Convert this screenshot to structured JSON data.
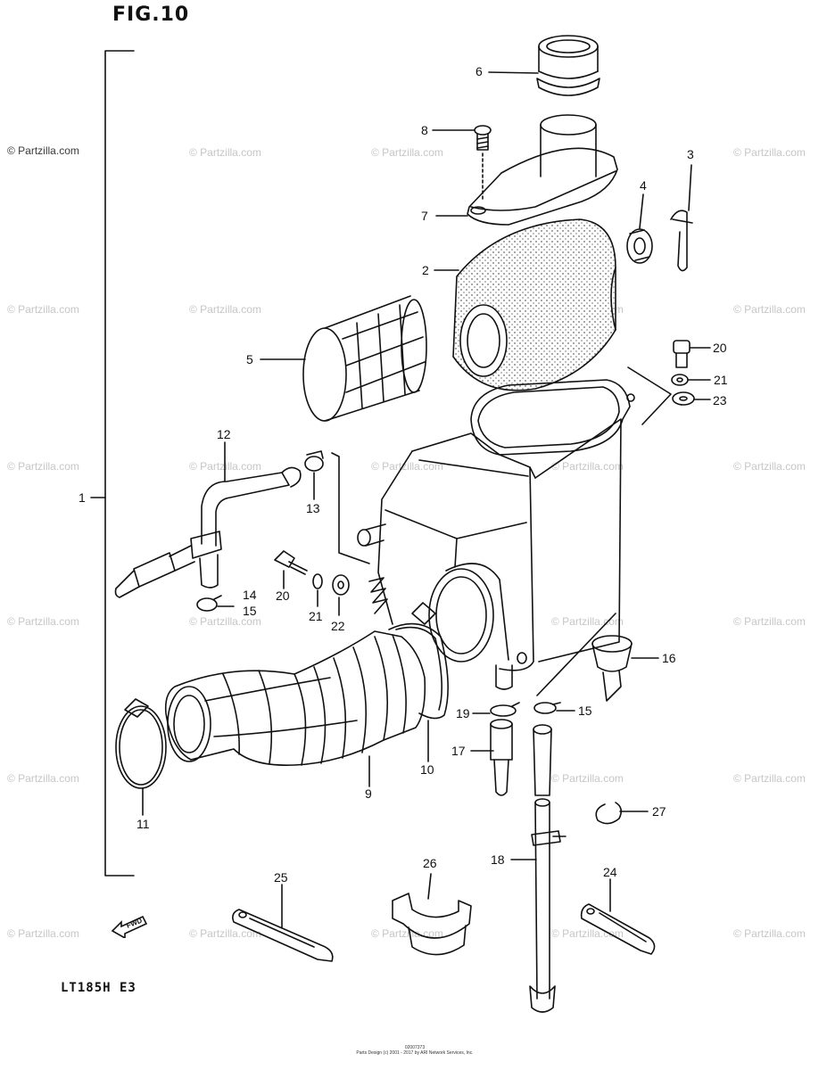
{
  "figure": {
    "title": "FIG.10",
    "model": "LT185H E3",
    "footer_line1": "02007373",
    "footer_line2": "Parts Design (c) 2001 - 2017 by ARI Network Services, Inc.",
    "watermark": "© Partzilla.com",
    "forward_label": "FWD"
  },
  "part_numbers": {
    "p1": "1",
    "p2": "2",
    "p3": "3",
    "p4": "4",
    "p5": "5",
    "p6": "6",
    "p7": "7",
    "p8": "8",
    "p9": "9",
    "p10": "10",
    "p11": "11",
    "p12": "12",
    "p13": "13",
    "p14": "14",
    "p15a": "15",
    "p15b": "15",
    "p16": "16",
    "p17": "17",
    "p18": "18",
    "p19": "19",
    "p20a": "20",
    "p20b": "20",
    "p21a": "21",
    "p21b": "21",
    "p22": "22",
    "p23": "23",
    "p24": "24",
    "p25": "25",
    "p26": "26",
    "p27": "27"
  }
}
